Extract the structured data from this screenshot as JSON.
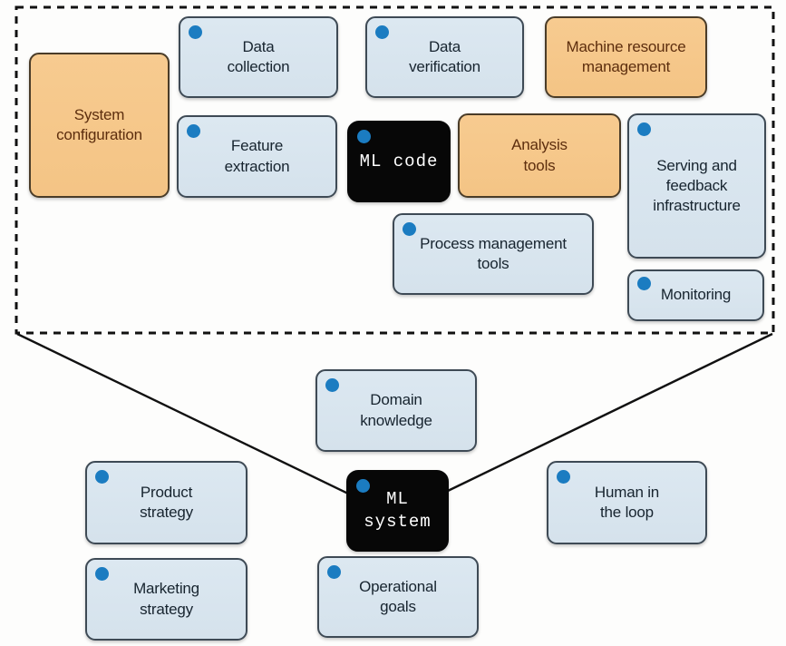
{
  "diagram": {
    "colors": {
      "background": "#fdfdfc",
      "blue_box_fill": "#d8e4ee",
      "orange_box_fill": "#f6c88c",
      "black_box_fill": "#070707",
      "blue_box_text": "#17242f",
      "orange_box_text": "#5d2e0e",
      "black_box_text": "#ffffff",
      "box_border": "#3e4a55",
      "corner_dot": "#1b7cc1",
      "dashed_border": "#111111",
      "connector_line": "#111111"
    },
    "boxes": {
      "system_configuration": {
        "label": "System\nconfiguration",
        "variant": "orange",
        "dot": false
      },
      "data_collection": {
        "label": "Data\ncollection",
        "variant": "blue",
        "dot": true
      },
      "data_verification": {
        "label": "Data\nverification",
        "variant": "blue",
        "dot": true
      },
      "machine_resource_management": {
        "label": "Machine resource\nmanagement",
        "variant": "orange",
        "dot": false
      },
      "feature_extraction": {
        "label": "Feature\nextraction",
        "variant": "blue",
        "dot": true
      },
      "ml_code": {
        "label": "ML code",
        "variant": "black",
        "dot": true
      },
      "analysis_tools": {
        "label": "Analysis\ntools",
        "variant": "orange",
        "dot": false
      },
      "serving_feedback_infrastructure": {
        "label": "Serving and\nfeedback\ninfrastructure",
        "variant": "blue",
        "dot": true
      },
      "process_management_tools": {
        "label": "Process management\ntools",
        "variant": "blue",
        "dot": true
      },
      "monitoring": {
        "label": "Monitoring",
        "variant": "blue",
        "dot": true
      },
      "domain_knowledge": {
        "label": "Domain\nknowledge",
        "variant": "blue",
        "dot": true
      },
      "product_strategy": {
        "label": "Product\nstrategy",
        "variant": "blue",
        "dot": true
      },
      "ml_system": {
        "label": "ML system",
        "variant": "black",
        "dot": true
      },
      "human_in_the_loop": {
        "label": "Human in\nthe loop",
        "variant": "blue",
        "dot": true
      },
      "marketing_strategy": {
        "label": "Marketing\nstrategy",
        "variant": "blue",
        "dot": true
      },
      "operational_goals": {
        "label": "Operational\ngoals",
        "variant": "blue",
        "dot": true
      }
    }
  }
}
